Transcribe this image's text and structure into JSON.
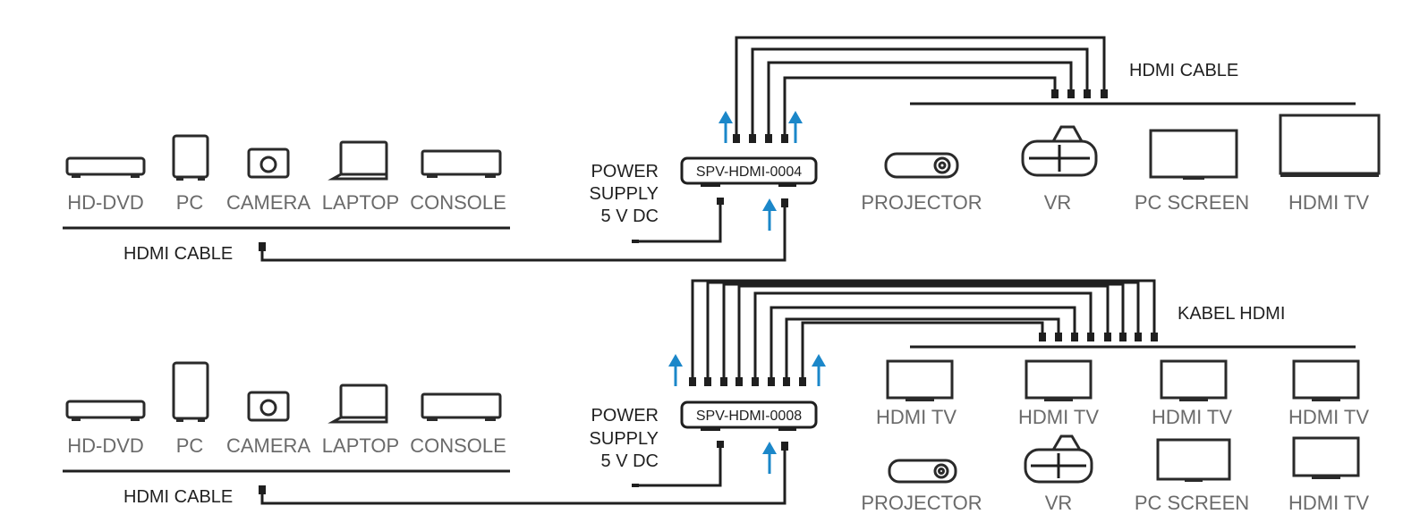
{
  "top": {
    "sources": [
      "HD-DVD",
      "PC",
      "CAMERA",
      "LAPTOP",
      "CONSOLE"
    ],
    "input_cable_label": "HDMI CABLE",
    "power_label": [
      "POWER",
      "SUPPLY",
      "5 V DC"
    ],
    "splitter_model": "SPV-HDMI-0004",
    "output_cable_label": "HDMI CABLE",
    "outputs": [
      "PROJECTOR",
      "VR",
      "PC SCREEN",
      "HDMI TV"
    ]
  },
  "bottom": {
    "sources": [
      "HD-DVD",
      "PC",
      "CAMERA",
      "LAPTOP",
      "CONSOLE"
    ],
    "input_cable_label": "HDMI CABLE",
    "power_label": [
      "POWER",
      "SUPPLY",
      "5 V DC"
    ],
    "splitter_model": "SPV-HDMI-0008",
    "output_cable_label": "KABEL HDMI",
    "outputs_row1": [
      "HDMI TV",
      "HDMI TV",
      "HDMI TV",
      "HDMI TV"
    ],
    "outputs_row2": [
      "PROJECTOR",
      "VR",
      "PC SCREEN",
      "HDMI TV"
    ]
  },
  "colors": {
    "line": "#1f1f1f",
    "arrow": "#1b87c9",
    "label": "#6a6a6a"
  }
}
